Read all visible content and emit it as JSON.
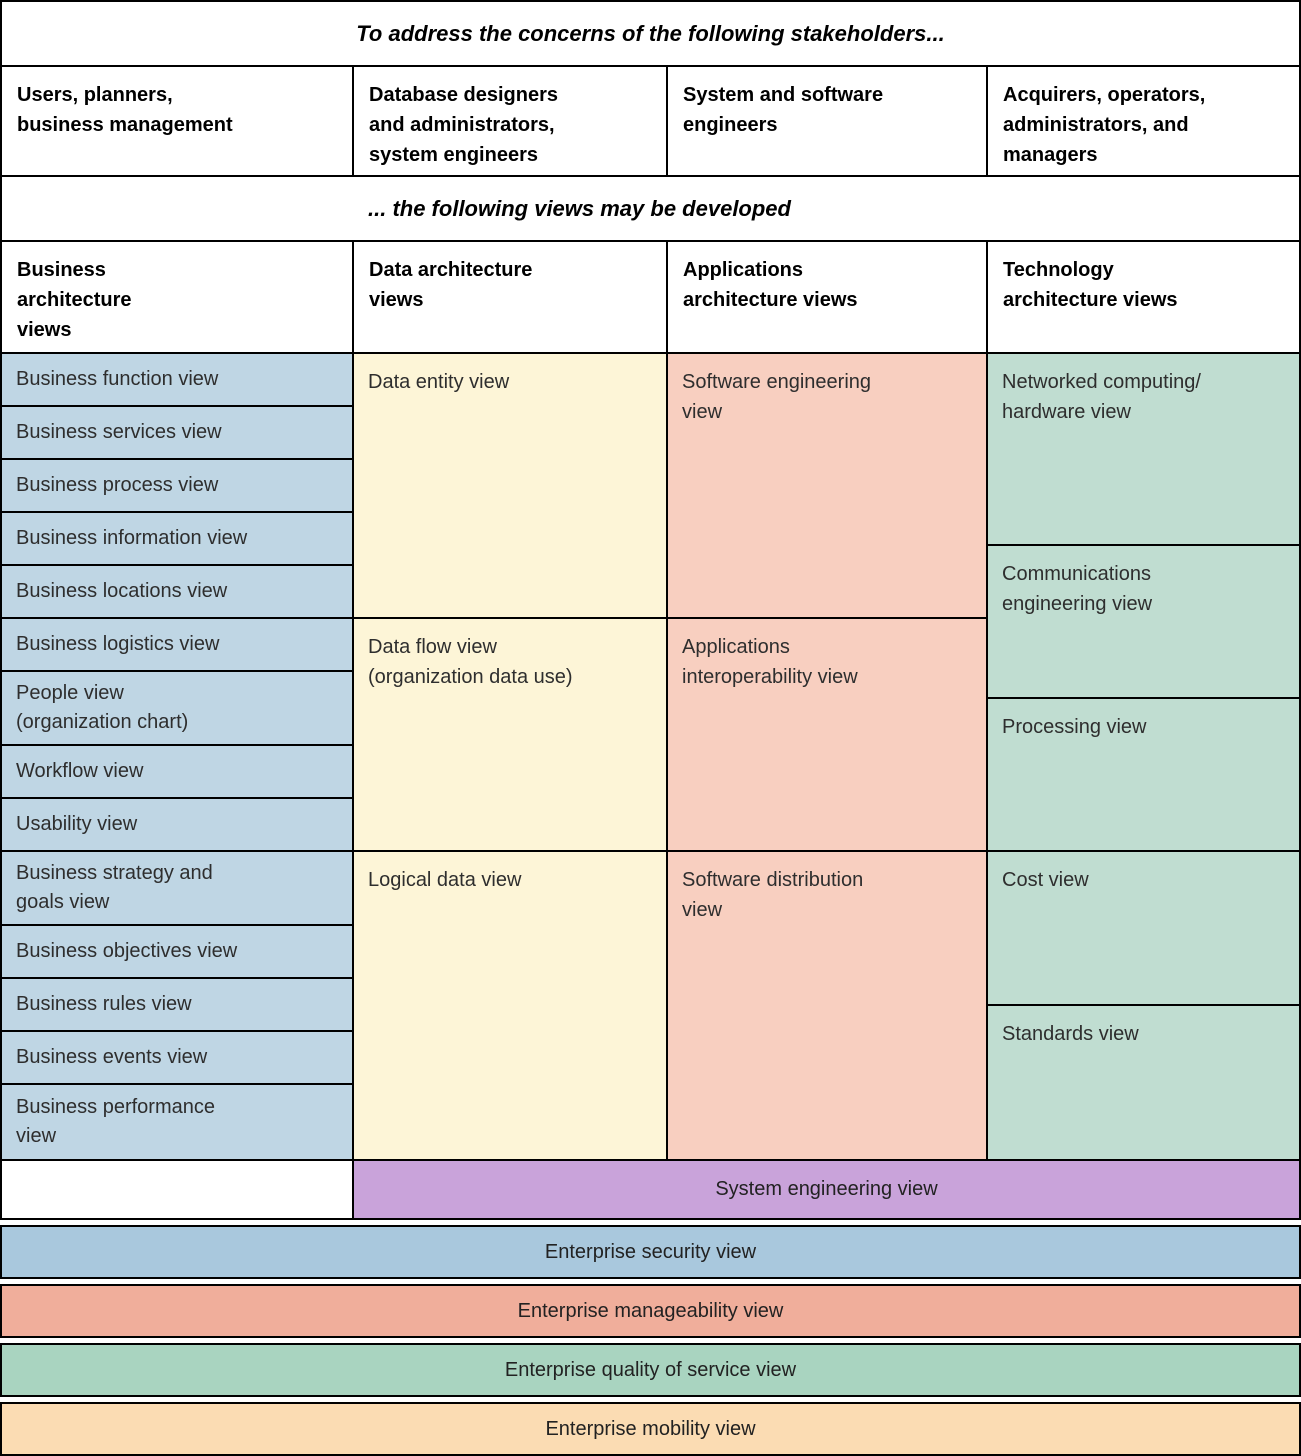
{
  "title_top": "To address the concerns of the following stakeholders...",
  "title_views": "... the following views may be developed",
  "stakeholders": [
    "Users, planners,\nbusiness management",
    "Database designers\nand administrators,\nsystem engineers",
    "System and software\nengineers",
    "Acquirers, operators,\nadministrators, and\nmanagers"
  ],
  "column_headers": [
    "Business\narchitecture\nviews",
    "Data architecture\nviews",
    "Applications\narchitecture views",
    "Technology\narchitecture views"
  ],
  "business_views": [
    "Business function view",
    "Business services view",
    "Business process view",
    "Business information view",
    "Business locations view",
    "Business logistics view",
    "People view\n(organization chart)",
    "Workflow view",
    "Usability view",
    "Business strategy and\ngoals view",
    "Business objectives view",
    "Business rules view",
    "Business events view",
    "Business performance\nview"
  ],
  "data_views": [
    "Data entity view",
    "Data flow view\n(organization data use)",
    "Logical data view"
  ],
  "application_views": [
    "Software engineering\nview",
    "Applications\ninteroperability view",
    "Software distribution\nview"
  ],
  "technology_views": [
    "Networked computing/\nhardware view",
    "Communications\nengineering view",
    "Processing view",
    "Cost view",
    "Standards view"
  ],
  "system_engineering_view": "System engineering view",
  "enterprise_views": [
    "Enterprise security view",
    "Enterprise manageability view",
    "Enterprise quality of service view",
    "Enterprise mobility view"
  ],
  "colors": {
    "business": "#bfd6e4",
    "data": "#fdf5d7",
    "applications": "#f8cfc0",
    "technology": "#c0ddd1",
    "system_engineering": "#c9a3da",
    "enterprise_security": "#a9c8dd",
    "enterprise_manageability": "#f0ae9b",
    "enterprise_quality": "#a9d4c0",
    "enterprise_mobility": "#fbdcb3"
  }
}
